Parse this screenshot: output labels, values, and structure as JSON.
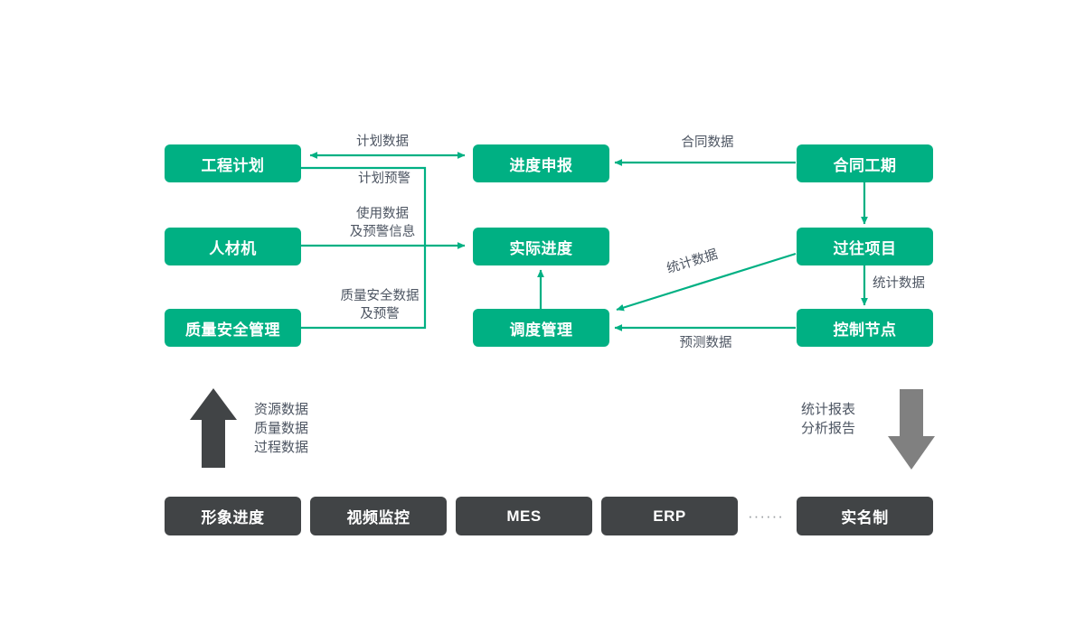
{
  "theme": {
    "green": "#00b083",
    "dark": "#414446",
    "gray_arrow": "#808080",
    "label_text": "#4d5562",
    "background": "#ffffff"
  },
  "nodes": {
    "engineering_plan": {
      "label": "工程计划",
      "style": "green"
    },
    "manpower_machine": {
      "label": "人材机",
      "style": "green"
    },
    "quality_safety_mgmt": {
      "label": "质量安全管理",
      "style": "green"
    },
    "progress_declaration": {
      "label": "进度申报",
      "style": "green"
    },
    "actual_progress": {
      "label": "实际进度",
      "style": "green"
    },
    "dispatch_management": {
      "label": "调度管理",
      "style": "green"
    },
    "contract_duration": {
      "label": "合同工期",
      "style": "green"
    },
    "past_projects": {
      "label": "过往项目",
      "style": "green"
    },
    "control_node": {
      "label": "控制节点",
      "style": "green"
    }
  },
  "source_systems": [
    {
      "label": "形象进度",
      "style": "dark"
    },
    {
      "label": "视频监控",
      "style": "dark"
    },
    {
      "label": "MES",
      "style": "dark"
    },
    {
      "label": "ERP",
      "style": "dark"
    },
    {
      "label": "实名制",
      "style": "dark"
    }
  ],
  "ellipsis": "······",
  "edge_labels": {
    "plan_data": "计划数据",
    "plan_warning": "计划预警",
    "usage_data": "使用数据\n及预警信息",
    "quality_safety_data": "质量安全数据\n及预警",
    "contract_data": "合同数据",
    "statistics_data_diagonal": "统计数据",
    "statistics_data_vertical": "统计数据",
    "forecast_data": "预测数据"
  },
  "flow_labels": {
    "upward": "资源数据\n质量数据\n过程数据",
    "downward": "统计报表\n分析报告"
  },
  "chart_data": {
    "type": "diagram",
    "layout": "three-column flow with bottom source-system bar",
    "edges": [
      {
        "from": "progress_declaration",
        "to": "engineering_plan",
        "label": "计划数据",
        "direction": "bidirectional"
      },
      {
        "from": "engineering_plan",
        "to": "actual_progress",
        "label": "计划预警",
        "direction": "forward"
      },
      {
        "from": "manpower_machine",
        "to": "actual_progress",
        "label": "使用数据及预警信息",
        "direction": "forward"
      },
      {
        "from": "quality_safety_mgmt",
        "to": "actual_progress",
        "label": "质量安全数据及预警",
        "direction": "forward"
      },
      {
        "from": "contract_duration",
        "to": "progress_declaration",
        "label": "合同数据",
        "direction": "forward"
      },
      {
        "from": "contract_duration",
        "to": "past_projects",
        "label": "",
        "direction": "forward"
      },
      {
        "from": "past_projects",
        "to": "dispatch_management",
        "label": "统计数据",
        "direction": "forward"
      },
      {
        "from": "past_projects",
        "to": "control_node",
        "label": "统计数据",
        "direction": "forward"
      },
      {
        "from": "control_node",
        "to": "dispatch_management",
        "label": "预测数据",
        "direction": "forward"
      },
      {
        "from": "dispatch_management",
        "to": "actual_progress",
        "label": "",
        "direction": "forward"
      },
      {
        "from": "source_systems",
        "to": "upper_flow",
        "label": "资源数据/质量数据/过程数据",
        "direction": "up"
      },
      {
        "from": "upper_flow",
        "to": "source_systems",
        "label": "统计报表/分析报告",
        "direction": "down"
      }
    ]
  }
}
